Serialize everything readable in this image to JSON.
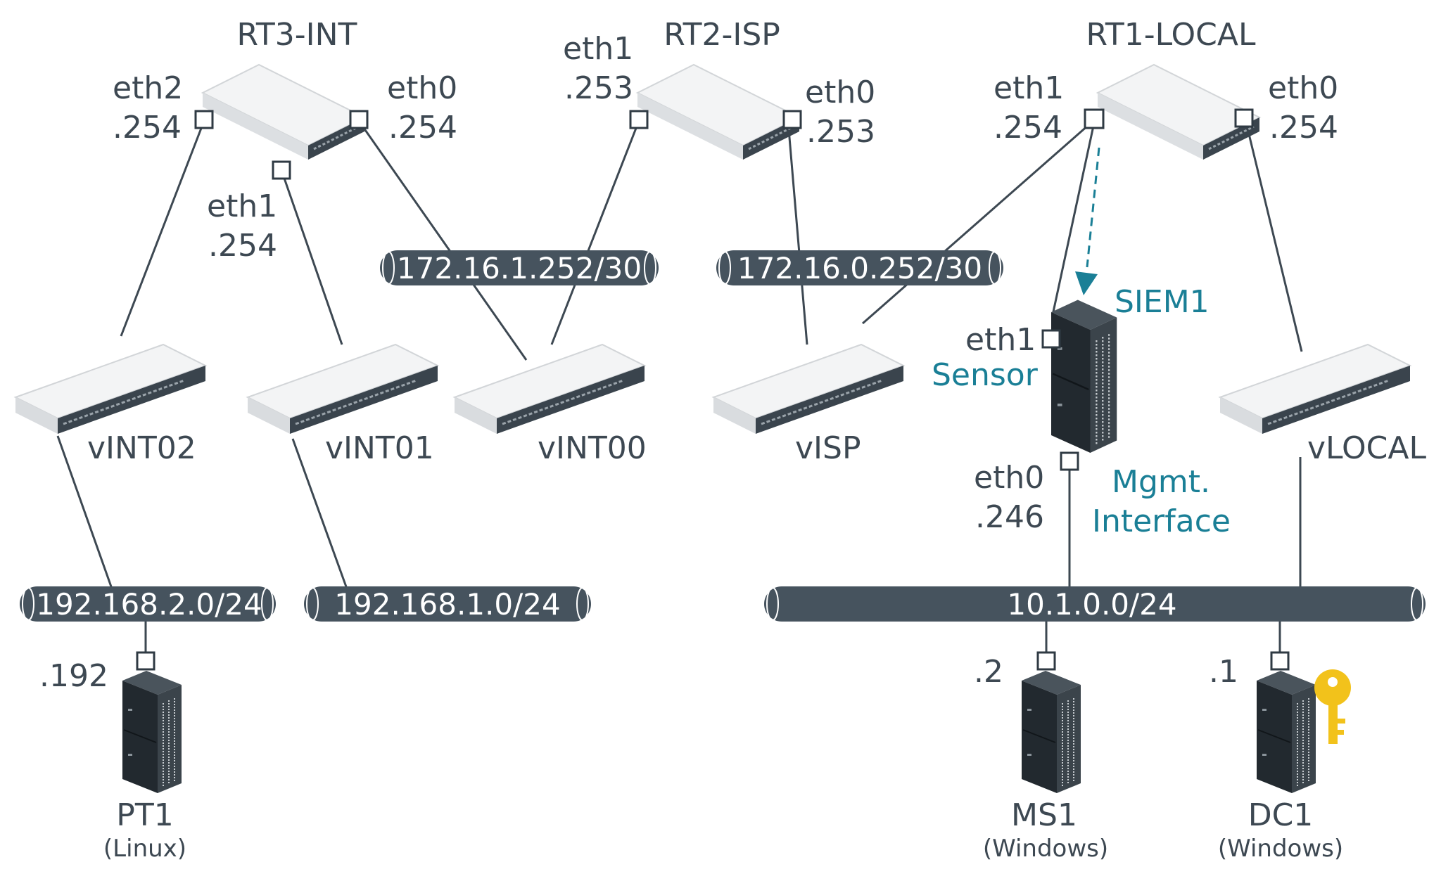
{
  "routers": {
    "rt3": {
      "name": "RT3-INT",
      "eth2": "eth2",
      "eth2_ip": ".254",
      "eth0": "eth0",
      "eth0_ip": ".254",
      "eth1": "eth1",
      "eth1_ip": ".254"
    },
    "rt2": {
      "name": "RT2-ISP",
      "eth1": "eth1",
      "eth1_ip": ".253",
      "eth0": "eth0",
      "eth0_ip": ".253"
    },
    "rt1": {
      "name": "RT1-LOCAL",
      "eth1": "eth1",
      "eth1_ip": ".254",
      "eth0": "eth0",
      "eth0_ip": ".254"
    }
  },
  "switches": {
    "vint02": "vINT02",
    "vint01": "vINT01",
    "vint00": "vINT00",
    "visp": "vISP",
    "vlocal": "vLOCAL"
  },
  "networks": {
    "n_172_1": "172.16.1.252/30",
    "n_172_0": "172.16.0.252/30",
    "n_192_2": "192.168.2.0/24",
    "n_192_1": "192.168.1.0/24",
    "n_10_1": "10.1.0.0/24"
  },
  "siem": {
    "name": "SIEM1",
    "eth1": "eth1",
    "sensor": "Sensor",
    "eth0": "eth0",
    "eth0_ip": ".246",
    "mgmt_line1": "Mgmt.",
    "mgmt_line2": "Interface"
  },
  "hosts": {
    "pt1": {
      "ip": ".192",
      "name": "PT1",
      "os": "(Linux)"
    },
    "ms1": {
      "ip": ".2",
      "name": "MS1",
      "os": "(Windows)"
    },
    "dc1": {
      "ip": ".1",
      "name": "DC1",
      "os": "(Windows)"
    }
  },
  "colors": {
    "line": "#3d4852",
    "accent": "#1a7f96",
    "key": "#f2c21b",
    "net_bar": "#46535e"
  },
  "icons": {
    "router": "router-icon",
    "switch": "switch-icon",
    "server": "server-icon",
    "key": "key-icon"
  }
}
